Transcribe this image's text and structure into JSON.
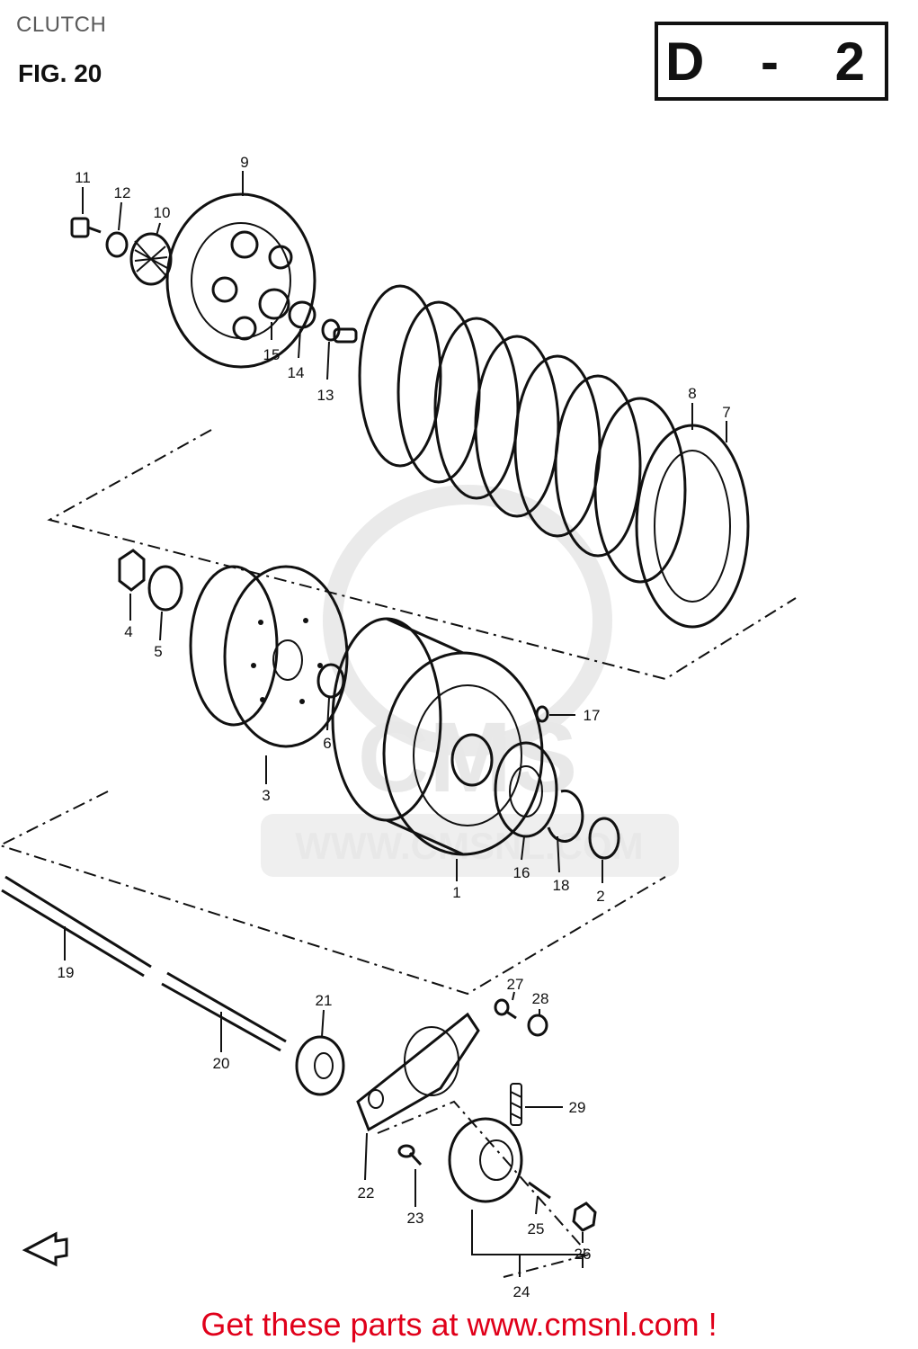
{
  "header": {
    "title": "CLUTCH",
    "figure": "FIG. 20",
    "diagram_code": "D - 2"
  },
  "watermark": {
    "text": "WWW.CMSNL.COM",
    "mark": "CMS"
  },
  "callouts": [
    {
      "id": "1",
      "label": "1"
    },
    {
      "id": "2",
      "label": "2"
    },
    {
      "id": "3",
      "label": "3"
    },
    {
      "id": "4",
      "label": "4"
    },
    {
      "id": "5",
      "label": "5"
    },
    {
      "id": "6",
      "label": "6"
    },
    {
      "id": "7",
      "label": "7"
    },
    {
      "id": "8",
      "label": "8"
    },
    {
      "id": "9",
      "label": "9"
    },
    {
      "id": "10",
      "label": "10"
    },
    {
      "id": "11",
      "label": "11"
    },
    {
      "id": "12",
      "label": "12"
    },
    {
      "id": "13",
      "label": "13"
    },
    {
      "id": "14",
      "label": "14"
    },
    {
      "id": "15",
      "label": "15"
    },
    {
      "id": "16",
      "label": "16"
    },
    {
      "id": "17",
      "label": "17"
    },
    {
      "id": "18",
      "label": "18"
    },
    {
      "id": "19",
      "label": "19"
    },
    {
      "id": "20",
      "label": "20"
    },
    {
      "id": "21",
      "label": "21"
    },
    {
      "id": "22",
      "label": "22"
    },
    {
      "id": "23",
      "label": "23"
    },
    {
      "id": "24",
      "label": "24"
    },
    {
      "id": "25",
      "label": "25"
    },
    {
      "id": "26",
      "label": "26"
    },
    {
      "id": "27",
      "label": "27"
    },
    {
      "id": "28",
      "label": "28"
    },
    {
      "id": "29",
      "label": "29"
    }
  ],
  "footer": {
    "cta": "Get these parts at www.cmsnl.com !"
  }
}
